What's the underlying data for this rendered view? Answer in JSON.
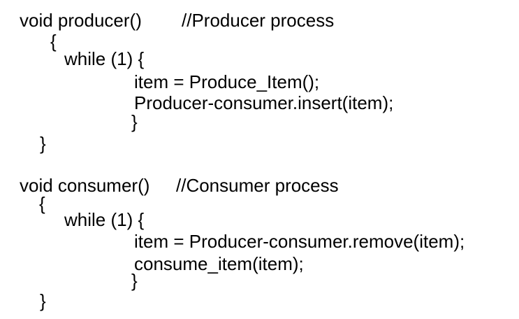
{
  "producer": {
    "signature": "void producer()",
    "comment": "//Producer process",
    "open_brace": "{",
    "loop_header": "while (1) {",
    "stmt_produce": "item = Produce_Item();",
    "stmt_insert": "Producer-consumer.insert(item);",
    "inner_close": "}",
    "outer_close": "}"
  },
  "consumer": {
    "signature": "void consumer()",
    "comment": "//Consumer process",
    "open_brace": "{",
    "loop_header": "while (1) {",
    "stmt_remove": "item = Producer-consumer.remove(item);",
    "stmt_consume": "consume_item(item);",
    "inner_close": "}",
    "outer_close": "}"
  }
}
